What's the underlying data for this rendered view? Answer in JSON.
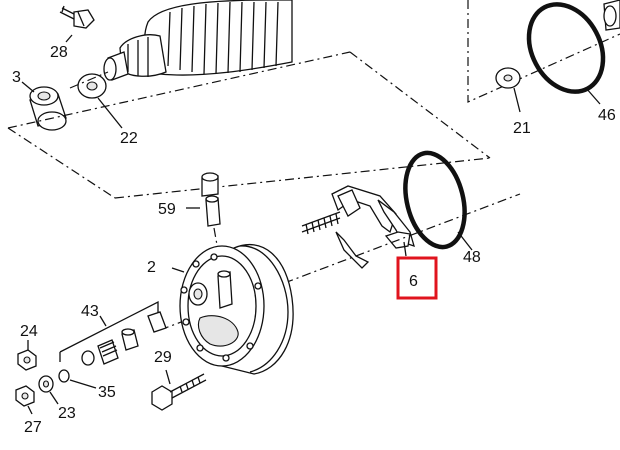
{
  "diagram": {
    "callouts": {
      "c28": "28",
      "c3": "3",
      "c22": "22",
      "c21": "21",
      "c46": "46",
      "c59": "59",
      "c2": "2",
      "c48": "48",
      "c6": "6",
      "c43": "43",
      "c24": "24",
      "c29": "29",
      "c35": "35",
      "c23": "23",
      "c27": "27"
    },
    "highlight": {
      "part": "6",
      "color": "#e0141e"
    }
  }
}
